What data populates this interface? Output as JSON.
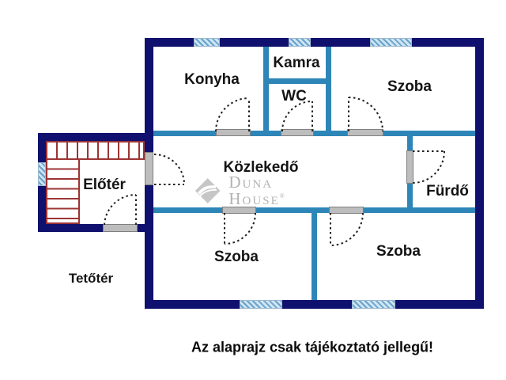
{
  "rooms": {
    "konyha": "Konyha",
    "kamra": "Kamra",
    "wc": "WC",
    "szoba_top": "Szoba",
    "kozlekedo": "Közlekedő",
    "furdo": "Fürdő",
    "eloter": "Előtér",
    "szoba_bottom_left": "Szoba",
    "szoba_bottom_right": "Szoba",
    "tetoter": "Tetőtér"
  },
  "watermark": {
    "brand": "Duna House",
    "registered": "®"
  },
  "disclaimer": "Az alaprajz csak tájékoztató jellegű!",
  "colors": {
    "outer_wall": "#10106e",
    "inner_wall": "#2e86b8",
    "window_base": "#cfe4f2",
    "window_stripe": "#66a3cc",
    "stairs": "#9c3434",
    "door_sill": "#bdbdbd",
    "label_text": "#141414",
    "watermark_gray": "#b3b3b3"
  }
}
